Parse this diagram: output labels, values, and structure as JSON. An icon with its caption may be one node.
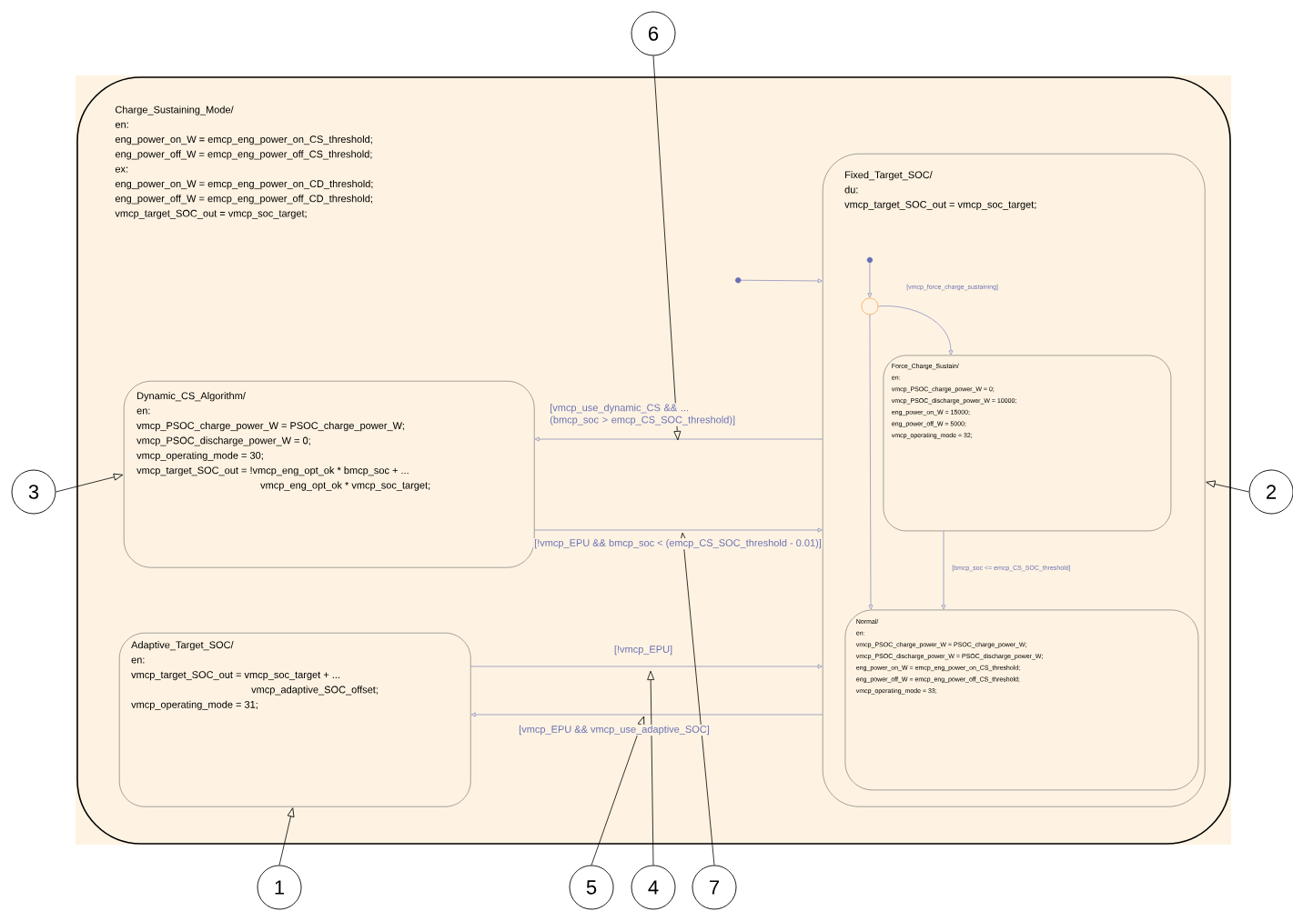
{
  "diagram": {
    "nodes": [
      {
        "text": [
          "6"
        ]
      },
      {
        "text": [
          "Charge_Sustaining_Mode/",
          "en:",
          "eng_power_on_W = emcp_eng_power_on_CS_threshold;",
          "eng_power_off_W = emcp_eng_power_off_CS_threshold;",
          "ex:",
          "eng_power_on_W = emcp_eng_power_on_CD_threshold;",
          "eng_power_off_W = emcp_eng_power_off_CD_threshold;",
          "vmcp_target_SOC_out = vmcp_soc_target;"
        ]
      },
      {
        "text": [
          "Fixed_Target_SOC/",
          "du:",
          "vmcp_target_SOC_out = vmcp_soc_target;"
        ],
        "in": 1
      },
      {
        "text": [],
        "shape": "circle",
        "in": 1
      },
      {
        "text": [],
        "shape": "circle",
        "in": 2
      },
      {
        "text": [],
        "shape": "circle",
        "in": 2
      },
      {
        "text": [
          "Force_Charge_Sustain/",
          "en:",
          "vmcp_PSOC_charge_power_W = 0;",
          "vmcp_PSOC_discharge_power_W = 10000;",
          "eng_power_on_W = 15000;",
          "eng_power_off_W = 5000;",
          "vmcp_operating_mode = 32;"
        ],
        "in": 2
      },
      {
        "text": [
          "Dynamic_CS_Algorithm/",
          "en:",
          "vmcp_PSOC_charge_power_W = PSOC_charge_power_W;",
          "vmcp_PSOC_discharge_power_W = 0;",
          "vmcp_operating_mode = 30;",
          "vmcp_target_SOC_out = !vmcp_eng_opt_ok * bmcp_soc + ...",
          "vmcp_eng_opt_ok * vmcp_soc_target;"
        ],
        "in": 1
      },
      {
        "text": [
          "Normal/",
          "en:",
          "vmcp_PSOC_charge_power_W = PSOC_charge_power_W;",
          "vmcp_PSOC_discharge_power_W = PSOC_discharge_power_W;",
          "eng_power_on_W = emcp_eng_power_on_CS_threshold;",
          "eng_power_off_W = emcp_eng_power_off_CS_threshold;",
          "vmcp_operating_mode = 33;"
        ],
        "in": 2
      },
      {
        "text": [
          "Adaptive_Target_SOC/",
          "en:",
          "vmcp_target_SOC_out = vmcp_soc_target + ...",
          "vmcp_adaptive_SOC_offset;",
          "vmcp_operating_mode = 31;"
        ],
        "in": 1
      },
      {
        "text": [
          "3"
        ]
      },
      {
        "text": [
          "2"
        ]
      },
      {
        "text": [
          "1"
        ]
      },
      {
        "text": [
          "5"
        ]
      },
      {
        "text": [
          "4"
        ]
      },
      {
        "text": [
          "7"
        ]
      }
    ],
    "edges": [
      {
        "from": 3,
        "to": 2,
        "arrow": "to"
      },
      {
        "from": 2,
        "to": 7,
        "arrow": "to",
        "label": "[vmcp_use_dynamic_CS && ... (bmcp_soc > emcp_CS_SOC_threshold)]"
      },
      {
        "from": 7,
        "to": 2,
        "arrow": "to",
        "label": "[!vmcp_EPU && bmcp_soc < (emcp_CS_SOC_threshold - 0.01)]"
      },
      {
        "from": 9,
        "to": 2,
        "arrow": "to",
        "label": "[!vmcp_EPU]"
      },
      {
        "from": 2,
        "to": 9,
        "arrow": "to",
        "label": "[vmcp_EPU && vmcp_use_adaptive_SOC]"
      },
      {
        "from": 4,
        "to": 5,
        "arrow": "to"
      },
      {
        "from": 5,
        "to": 6,
        "arrow": "to",
        "label": "[vmcp_force_charge_sustaining]"
      },
      {
        "from": 5,
        "to": 8,
        "arrow": "to"
      },
      {
        "from": 6,
        "to": 8,
        "arrow": "to",
        "label": "[bmcp_soc <= emcp_CS_SOC_threshold]"
      },
      {
        "from": 0,
        "to": null,
        "arrow": "to",
        "color": "#000000"
      },
      {
        "from": 10,
        "to": 7,
        "arrow": "to",
        "color": "#000000"
      },
      {
        "from": 11,
        "to": 2,
        "arrow": "to",
        "color": "#000000"
      },
      {
        "from": 12,
        "to": 9,
        "arrow": "to",
        "color": "#000000"
      },
      {
        "from": 13,
        "to": null,
        "arrow": "to",
        "color": "#000000"
      },
      {
        "from": 14,
        "to": null,
        "arrow": "to",
        "color": "#000000"
      },
      {
        "from": 15,
        "to": null,
        "arrow": "to",
        "color": "#000000"
      }
    ]
  }
}
